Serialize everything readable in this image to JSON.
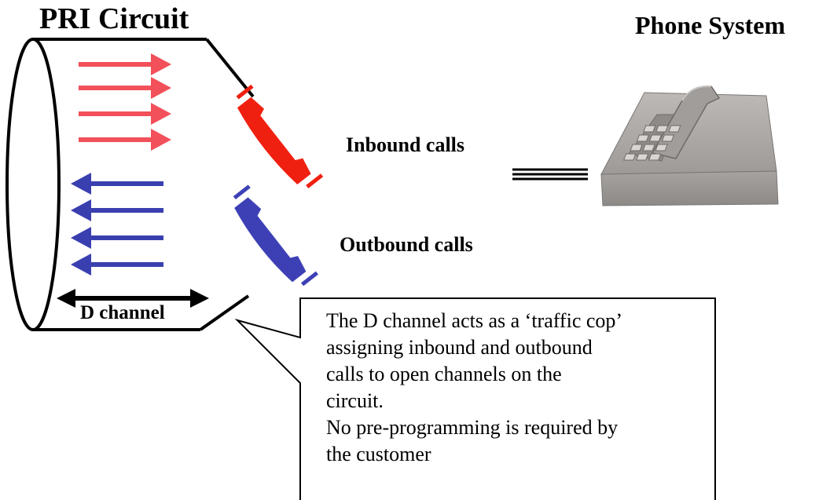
{
  "labels": {
    "pri_circuit": "PRI Circuit",
    "phone_system": "Phone System",
    "inbound": "Inbound calls",
    "outbound": "Outbound calls",
    "d_channel": "D channel"
  },
  "callout": {
    "lines": [
      "The D channel acts as a ‘traffic cop’",
      "assigning inbound and outbound",
      "calls to open channels on the",
      "circuit.",
      "No pre-programming is required by",
      "the customer"
    ]
  },
  "colors": {
    "inbound_arrow": "#f2505a",
    "outbound_arrow": "#3a3fb0",
    "inbound_handset": "#f02010",
    "outbound_handset": "#3d40b5",
    "phone_body": "#a9a5a2"
  },
  "icons": {
    "inbound_handset": "phone-handset-icon",
    "outbound_handset": "phone-handset-icon",
    "phone_system": "desk-telephone-icon"
  }
}
